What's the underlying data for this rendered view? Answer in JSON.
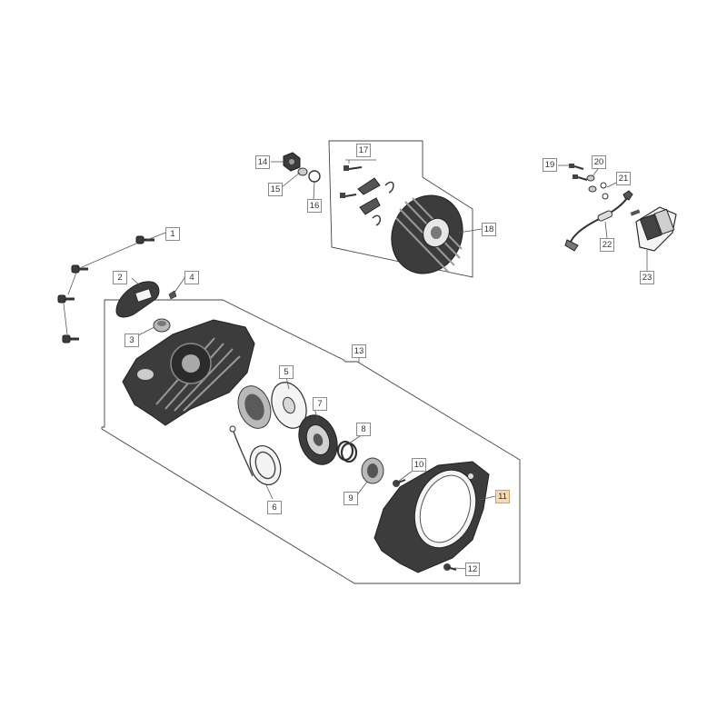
{
  "callouts": {
    "c1": "1",
    "c2": "2",
    "c3": "3",
    "c4": "4",
    "c5": "5",
    "c6": "6",
    "c7": "7",
    "c8": "8",
    "c9": "9",
    "c10": "10",
    "c11": "11",
    "c12": "12",
    "c13": "13",
    "c14": "14",
    "c15": "15",
    "c16": "16",
    "c17": "17",
    "c18": "18",
    "c19": "19",
    "c20": "20",
    "c21": "21",
    "c22": "22",
    "c23": "23"
  },
  "colors": {
    "highlight": "#f8d9b4",
    "label_border": "#8a8a8a",
    "part_dark": "#3c3c3c",
    "background": "#ffffff"
  },
  "highlighted_callout": "11"
}
